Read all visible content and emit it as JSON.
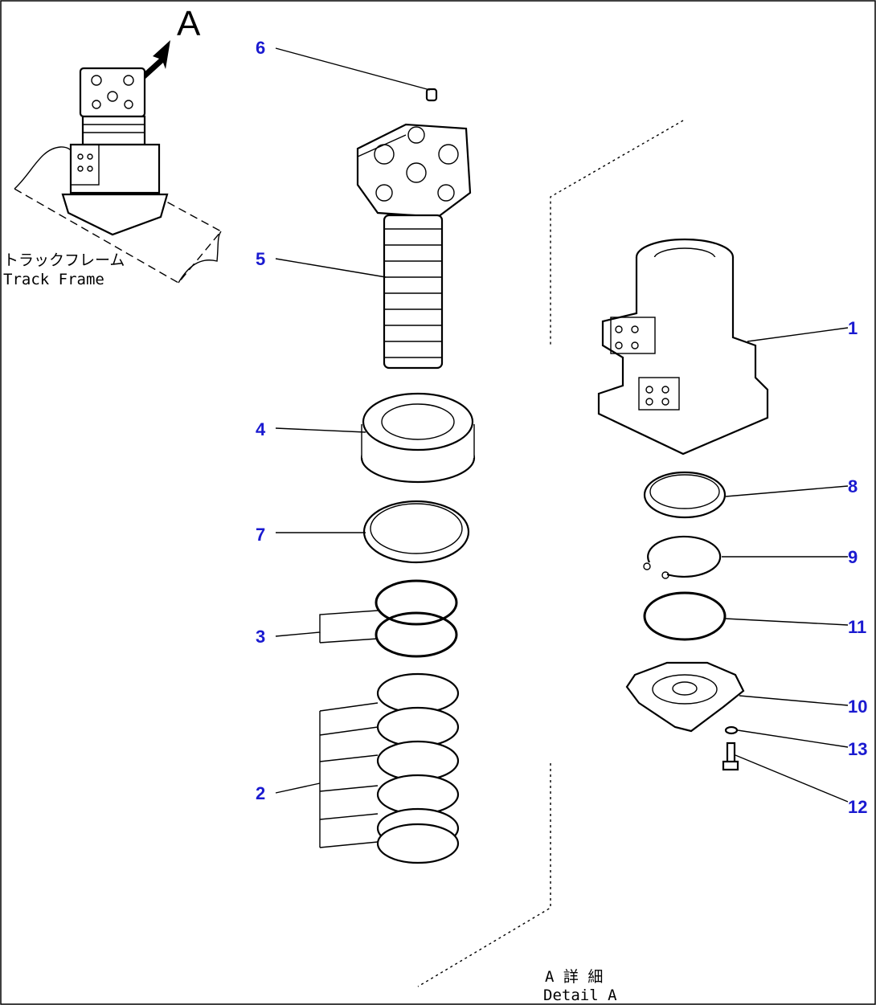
{
  "inset": {
    "view_letter": "A",
    "label_jp": "トラックフレーム",
    "label_en": "Track Frame"
  },
  "detail": {
    "label_jp": "A 詳 細",
    "label_en": "Detail A"
  },
  "callouts": [
    "1",
    "2",
    "3",
    "4",
    "5",
    "6",
    "7",
    "8",
    "9",
    "10",
    "11",
    "12",
    "13"
  ],
  "colors": {
    "callout": "#1a1ad0",
    "line": "#000000",
    "background": "#ffffff"
  }
}
